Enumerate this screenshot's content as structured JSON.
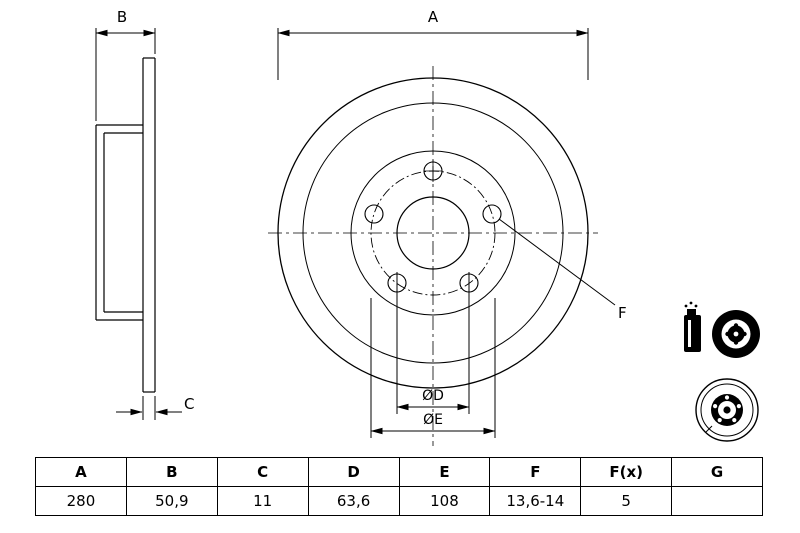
{
  "drawing": {
    "dim_a": "A",
    "dim_b": "B",
    "dim_c": "C",
    "dim_d": "ØD",
    "dim_e": "ØE",
    "dim_f": "F"
  },
  "icons": {
    "top_left": "spray-can-icon",
    "top_right": "coated-disc-icon",
    "bottom": "brake-disc-icon"
  },
  "table": {
    "headers": [
      "A",
      "B",
      "C",
      "D",
      "E",
      "F",
      "F(x)",
      "G"
    ],
    "values": [
      "280",
      "50,9",
      "11",
      "63,6",
      "108",
      "13,6-14",
      "5",
      ""
    ]
  },
  "colors": {
    "line": "#000000",
    "background": "#ffffff"
  }
}
